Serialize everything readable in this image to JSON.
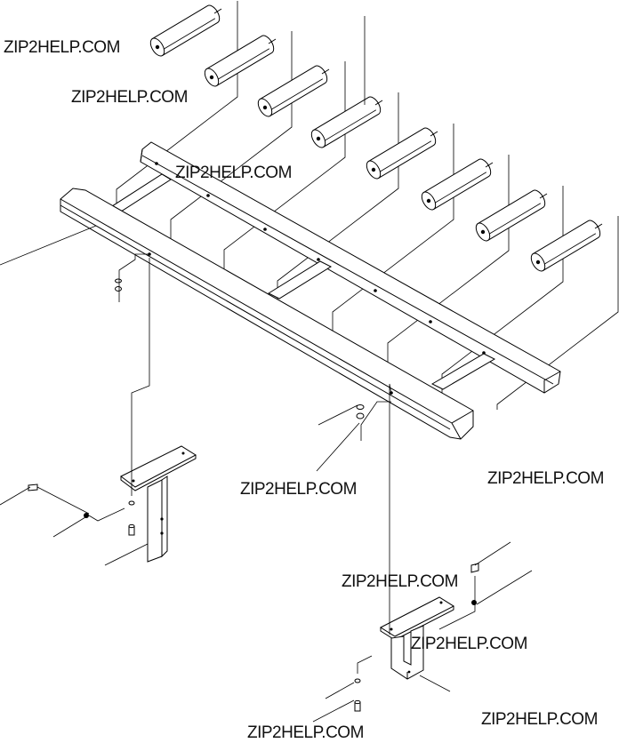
{
  "watermarks": [
    "ZIP2HELP.COM",
    "ZIP2HELP.COM",
    "ZIP2HELP.COM",
    "ZIP2HELP.COM",
    "ZIP2HELP.COM",
    "ZIP2HELP.COM",
    "ZIP2HELP.COM",
    "ZIP2HELP.COM",
    "ZIP2HELP.COM"
  ],
  "colors": {
    "line": "#000000",
    "background": "#ffffff",
    "watermark": "#111111"
  }
}
